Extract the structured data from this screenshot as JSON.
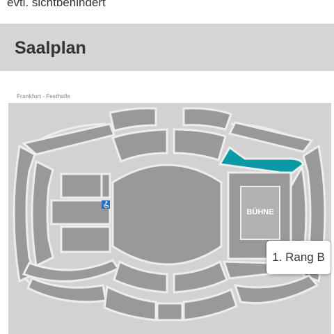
{
  "header": {
    "note": "evtl. sichtbehindert",
    "title": "Saalplan"
  },
  "seatmap": {
    "venue": "Frankfurt - Festhalle",
    "stage_label": "BÜHNE",
    "selected_section": "1. Rang B",
    "colors": {
      "background": "#d2d2d2",
      "section": "#999999",
      "outline": "#ededed",
      "selected": "#0a9aa5"
    },
    "icons": [
      "wheelchair-icon"
    ]
  }
}
